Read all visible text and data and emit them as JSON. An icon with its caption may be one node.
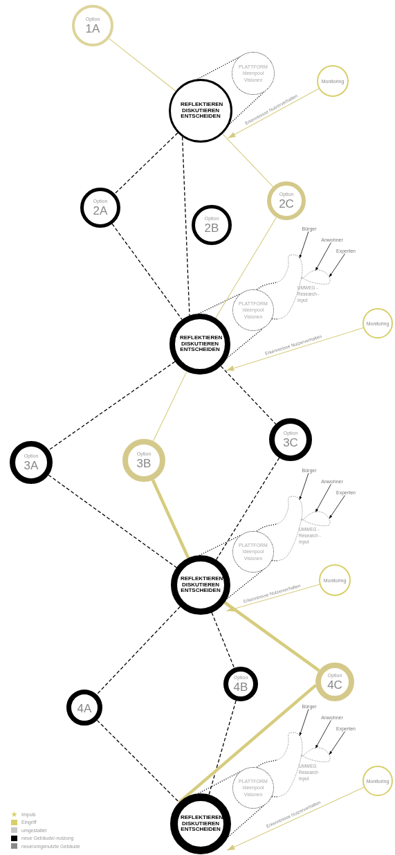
{
  "diagram": {
    "nodes": [
      {
        "text": [
          "Option",
          "1A"
        ]
      },
      {
        "text": [
          "PLATTFORM Ideenpool Visionen"
        ]
      },
      {
        "text": [
          "Monitoring"
        ]
      },
      {
        "text": [
          "REFLEKTIEREN DISKUTIEREN ENTSCHEIDEN"
        ]
      },
      {
        "text": [
          "Option",
          "2C"
        ]
      },
      {
        "text": [
          "Option",
          "2A"
        ]
      },
      {
        "text": [
          "Option",
          "2B"
        ]
      },
      {
        "text": [
          "Bürger"
        ]
      },
      {
        "text": [
          "Anwohner"
        ]
      },
      {
        "text": [
          "Experten"
        ]
      },
      {
        "text": [
          "UMWEG - Research - Input"
        ]
      },
      {
        "text": [
          "PLATTFORM Ideenpool Visionen"
        ]
      },
      {
        "text": [
          "Monitoring"
        ]
      },
      {
        "text": [
          "REFLEKTIEREN DISKUTIEREN ENTSCHEIDEN"
        ]
      },
      {
        "text": [
          "Option",
          "3C"
        ]
      },
      {
        "text": [
          "Option",
          "3A"
        ]
      },
      {
        "text": [
          "Option",
          "3B"
        ]
      },
      {
        "text": [
          "Bürger"
        ]
      },
      {
        "text": [
          "Anwohner"
        ]
      },
      {
        "text": [
          "Experten"
        ]
      },
      {
        "text": [
          "UMWEG - Research - Input"
        ]
      },
      {
        "text": [
          "PLATTFORM Ideenpool Visionen"
        ]
      },
      {
        "text": [
          "Monitoring"
        ]
      },
      {
        "text": [
          "REFLEKTIEREN DISKUTIEREN ENTSCHEIDEN"
        ]
      },
      {
        "text": [
          "Option",
          "4C"
        ]
      },
      {
        "text": [
          "Option",
          "4B"
        ]
      },
      {
        "text": [
          "4A"
        ]
      },
      {
        "text": [
          "Bürger"
        ]
      },
      {
        "text": [
          "Anwohner"
        ]
      },
      {
        "text": [
          "Experten"
        ]
      },
      {
        "text": [
          "UMWEG Research Input"
        ]
      },
      {
        "text": [
          "PLATTFORM Ideenpool Visionen"
        ]
      },
      {
        "text": [
          "Monitoring"
        ]
      },
      {
        "text": [
          "REFLEKTIEREN DISKUTIEREN ENTSCHEIDEN"
        ]
      }
    ],
    "edges": [
      {
        "from": 0,
        "to": 3,
        "arrow": "none",
        "color": "#d6cc7e"
      },
      {
        "from": 3,
        "to": 1,
        "arrow": "none",
        "style": "dashed"
      },
      {
        "from": 2,
        "to": 3,
        "arrow": "to",
        "label": "Erkenntnisse Nutzerverhalten",
        "color": "#d6cc7e"
      },
      {
        "from": 3,
        "to": 4,
        "arrow": "none",
        "color": "#d6cc7e"
      },
      {
        "from": 3,
        "to": 5,
        "arrow": "none",
        "style": "dashed"
      },
      {
        "from": 3,
        "to": 13,
        "arrow": "none",
        "style": "dashed"
      },
      {
        "from": 5,
        "to": 13,
        "arrow": "none",
        "style": "dashed"
      },
      {
        "from": 7,
        "to": 10,
        "arrow": "to"
      },
      {
        "from": 8,
        "to": 10,
        "arrow": "to"
      },
      {
        "from": 9,
        "to": 10,
        "arrow": "to"
      },
      {
        "from": 13,
        "to": 11,
        "arrow": "none",
        "style": "dashed"
      },
      {
        "from": 12,
        "to": 13,
        "arrow": "to",
        "label": "Erkenntnisse Nutzerverhalten",
        "color": "#d6cc7e"
      },
      {
        "from": 4,
        "to": 13,
        "arrow": "none",
        "color": "#d6cc7e"
      },
      {
        "from": 13,
        "to": 15,
        "arrow": "none",
        "style": "dashed"
      },
      {
        "from": 13,
        "to": 14,
        "arrow": "none",
        "style": "dashed"
      },
      {
        "from": 13,
        "to": 16,
        "arrow": "none",
        "color": "#d6cc7e"
      },
      {
        "from": 15,
        "to": 23,
        "arrow": "none",
        "style": "dashed"
      },
      {
        "from": 14,
        "to": 23,
        "arrow": "none",
        "style": "dashed"
      },
      {
        "from": 16,
        "to": 23,
        "arrow": "none",
        "style": "thick",
        "color": "#d6cc7e"
      },
      {
        "from": 17,
        "to": 20,
        "arrow": "to"
      },
      {
        "from": 18,
        "to": 20,
        "arrow": "to"
      },
      {
        "from": 19,
        "to": 20,
        "arrow": "to"
      },
      {
        "from": 23,
        "to": 21,
        "arrow": "none",
        "style": "dashed"
      },
      {
        "from": 22,
        "to": 23,
        "arrow": "to",
        "label": "Erkenntnisse Nutzerverhalten",
        "color": "#d6cc7e"
      },
      {
        "from": 23,
        "to": 24,
        "arrow": "none",
        "style": "thick",
        "color": "#d6cc7e"
      },
      {
        "from": 23,
        "to": 26,
        "arrow": "none",
        "style": "dashed"
      },
      {
        "from": 23,
        "to": 25,
        "arrow": "none",
        "style": "dashed"
      },
      {
        "from": 26,
        "to": 33,
        "arrow": "none",
        "style": "dashed"
      },
      {
        "from": 25,
        "to": 33,
        "arrow": "none",
        "style": "dashed"
      },
      {
        "from": 24,
        "to": 33,
        "arrow": "none",
        "style": "thick",
        "color": "#d6cc7e"
      },
      {
        "from": 27,
        "to": 30,
        "arrow": "to"
      },
      {
        "from": 28,
        "to": 30,
        "arrow": "to"
      },
      {
        "from": 29,
        "to": 30,
        "arrow": "to"
      },
      {
        "from": 33,
        "to": 31,
        "arrow": "none",
        "style": "dashed"
      },
      {
        "from": 32,
        "to": 33,
        "arrow": "to",
        "label": "Erkenntnisse Nutzerverhalten",
        "color": "#d6cc7e"
      },
      {
        "from": 11,
        "to": 10,
        "arrow": "none",
        "style": "dashed"
      },
      {
        "from": 21,
        "to": 20,
        "arrow": "none",
        "style": "dashed"
      },
      {
        "from": 31,
        "to": 30,
        "arrow": "none",
        "style": "dashed"
      }
    ],
    "legend": [
      {
        "text": "Impuls"
      },
      {
        "text": "Eingriff",
        "color": "#d8cf6a"
      },
      {
        "text": "umgestaltet",
        "color": "#c8c8c8"
      },
      {
        "text": "neue Gebäude/-nutzung",
        "color": "#000000"
      },
      {
        "text": "neue/umgenutzte Gebäude",
        "color": "#8a8a8a"
      }
    ]
  }
}
